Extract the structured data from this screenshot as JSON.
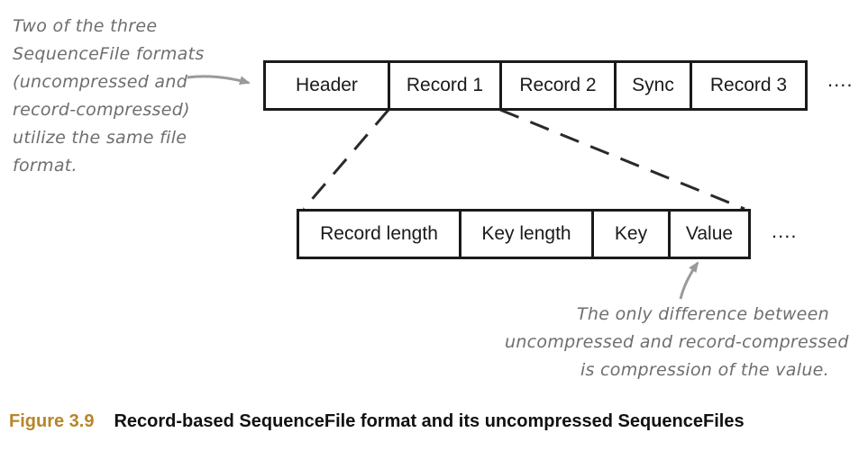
{
  "annotations": {
    "left_note": [
      "Two of the three",
      "SequenceFile formats",
      "(uncompressed and",
      "record-compressed)",
      "utilize the same file",
      "format."
    ],
    "right_note": [
      "The only difference between",
      "uncompressed and record-compressed",
      "is compression of the value."
    ]
  },
  "file_layout": {
    "cells": [
      "Header",
      "Record 1",
      "Record 2",
      "Sync",
      "Record 3"
    ],
    "ellipsis": "...."
  },
  "record_layout": {
    "cells": [
      "Record length",
      "Key length",
      "Key",
      "Value"
    ],
    "ellipsis": "...."
  },
  "caption": {
    "figure_number": "Figure 3.9",
    "text": "Record-based SequenceFile format and its uncompressed SequenceFiles"
  },
  "colors": {
    "annotation_text": "#6e6e6e",
    "arrow": "#9a9a9a",
    "caption_accent": "#b7862a",
    "border": "#1a1a1a"
  }
}
